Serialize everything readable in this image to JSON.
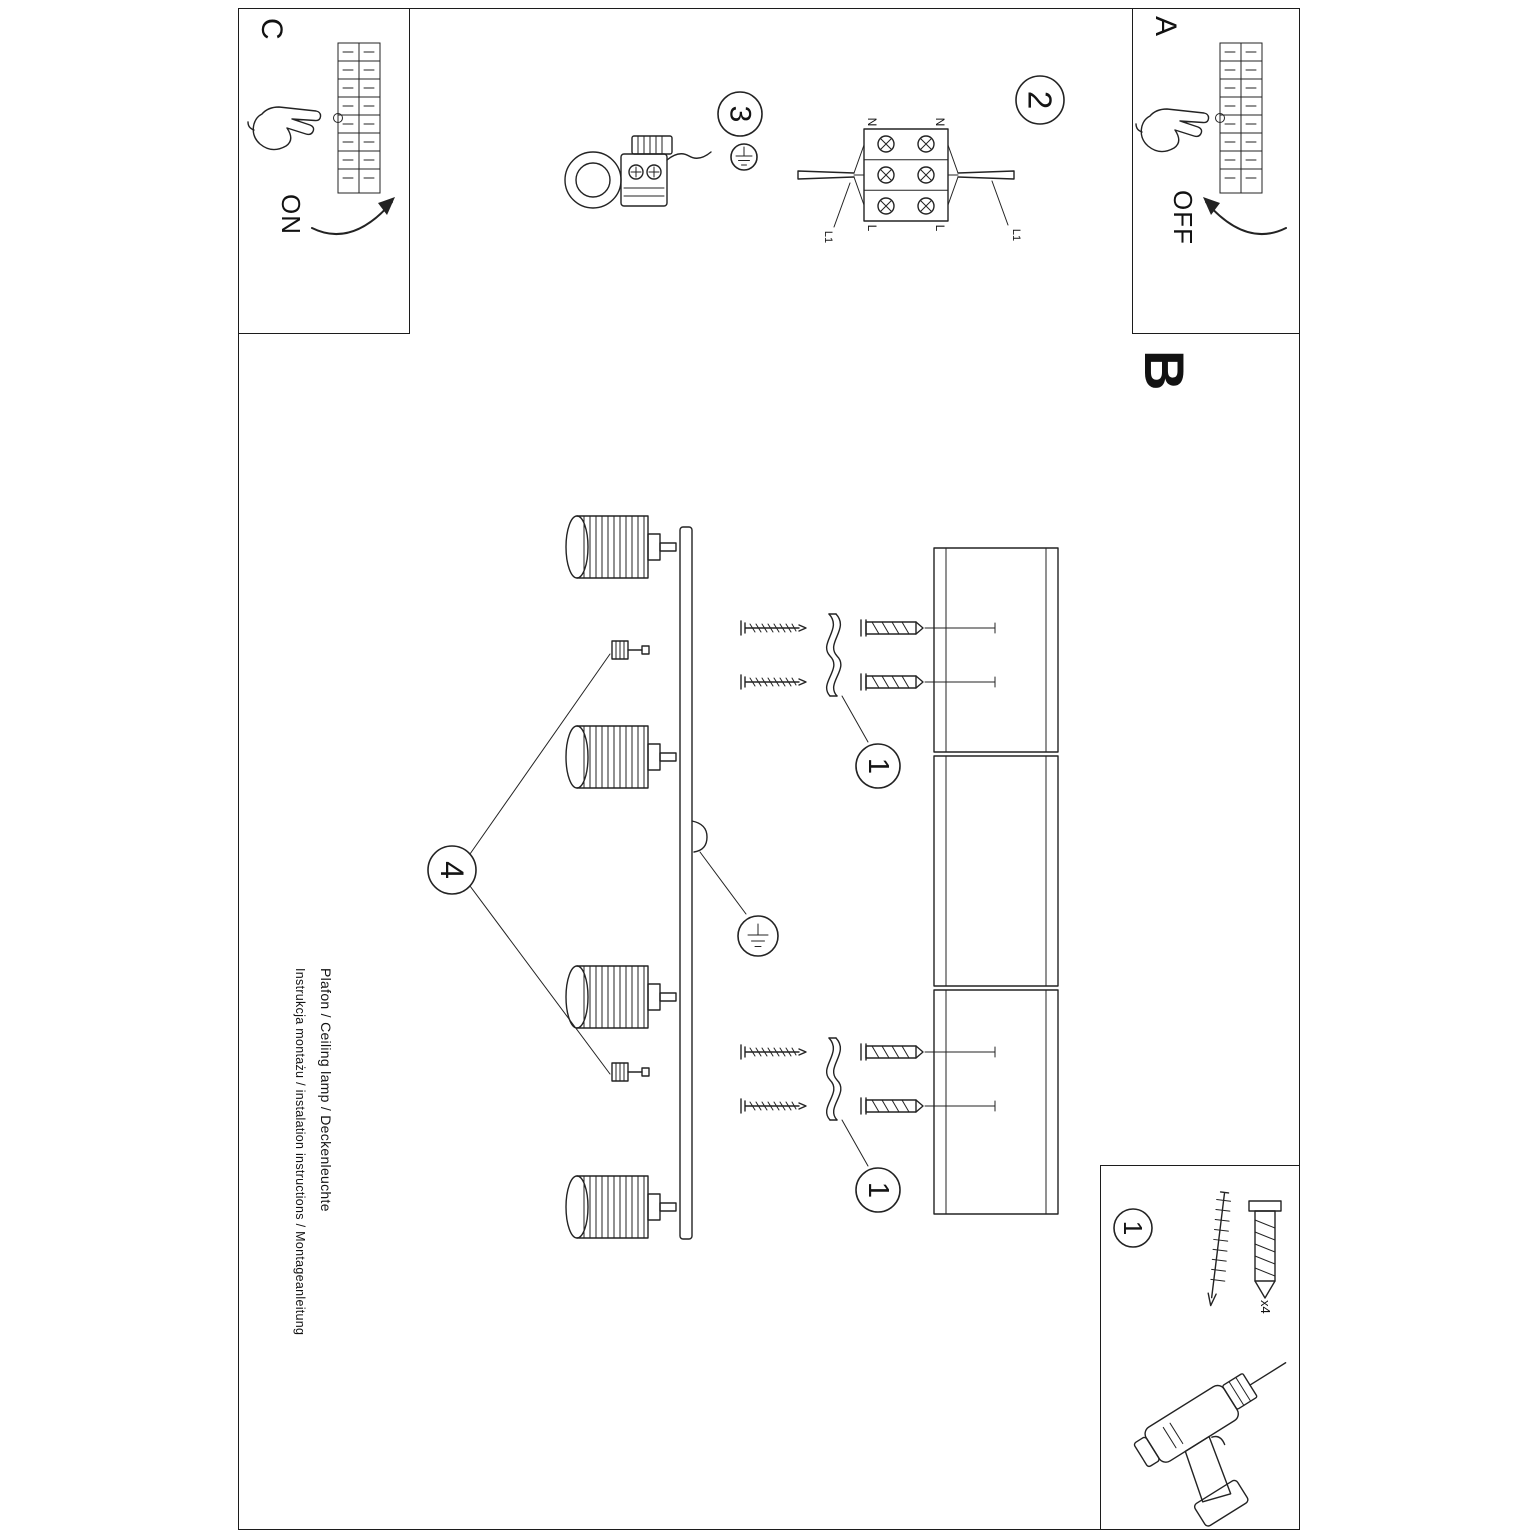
{
  "doc": {
    "sections": {
      "a": {
        "label": "A",
        "state": "OFF"
      },
      "b": {
        "label": "B"
      },
      "c": {
        "label": "C",
        "state": "ON"
      }
    },
    "steps": {
      "s1": "1",
      "s2": "2",
      "s3": "3",
      "s4": "4"
    },
    "wiring": {
      "n": "N",
      "l": "L",
      "l1": "L1"
    },
    "parts": {
      "badge": "1",
      "qty": "x4"
    },
    "footer": {
      "line1": "Instrukcja montażu / instalation instructions / Montageanleitung",
      "line2": "Plafon / Ceiling lamp / Deckenleuchte"
    }
  }
}
